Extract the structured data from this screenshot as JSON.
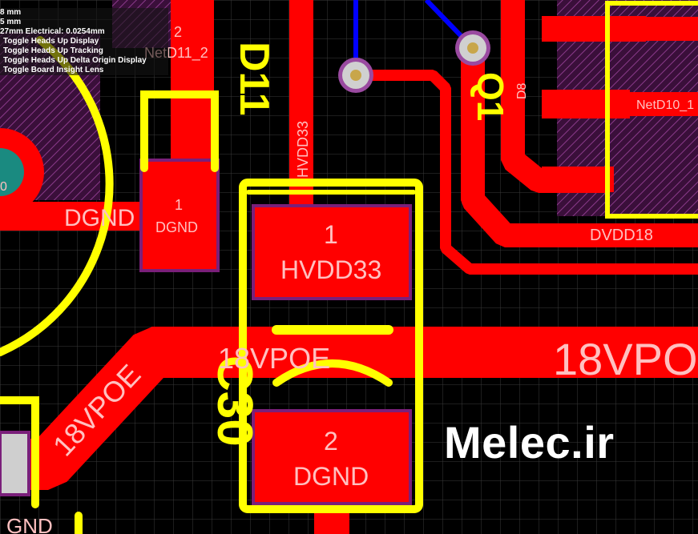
{
  "colors": {
    "background": "#000000",
    "grid": "#3a3a3a",
    "top_copper": "#ff0000",
    "solder_mask": "#7a1f7a",
    "silkscreen": "#ffff00",
    "bottom_copper": "#0000ff",
    "via_ring": "#9a4aa0",
    "via_hole": "#c8a64a",
    "net_label": "#ffc0c0",
    "hud_text": "#ffffff",
    "watermark": "#ffffff"
  },
  "hud": {
    "line1": "8 mm",
    "line2": "5 mm",
    "line3": "27mm Electrical: 0.0254mm",
    "commands": [
      "Toggle Heads Up Display",
      "Toggle Heads Up Tracking",
      "Toggle Heads Up Delta Origin Display",
      "Toggle Board Insight Lens"
    ]
  },
  "nets": {
    "net_d11_2": "NetD11_2",
    "net_d10_1": "NetD10_1",
    "hvdd33": "HVDD33",
    "dgnd": "DGND",
    "dvdd18": "DVDD18",
    "vpoe_18": "18VPOE",
    "dgnd_partial": "GND",
    "net_d8": "D8"
  },
  "components": {
    "d11": "D11",
    "q1": "Q1",
    "c30": "C30"
  },
  "pads": {
    "d11_pad2": "2",
    "d11_pad1": "1",
    "c30_pad1": "1",
    "c30_pad2": "2",
    "pad_0": "0"
  },
  "watermark": "Melec.ir"
}
